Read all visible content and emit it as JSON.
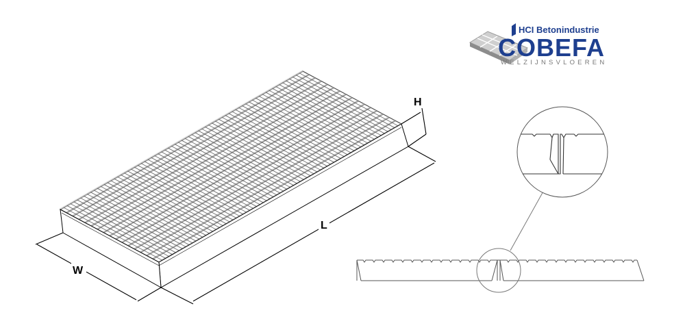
{
  "dimensions": {
    "height_label": "H",
    "length_label": "L",
    "width_label": "W"
  },
  "logo": {
    "company_line": "HCI Betonindustrie",
    "brand": "COBEFA",
    "tagline": "WELZIJNSVLOEREN",
    "brand_color": "#1e3f8f"
  },
  "colors": {
    "line": "#000000",
    "grate_rail": "#e6e6e6",
    "grate_shadow": "#9a9a9a",
    "detail_line": "#555555"
  }
}
